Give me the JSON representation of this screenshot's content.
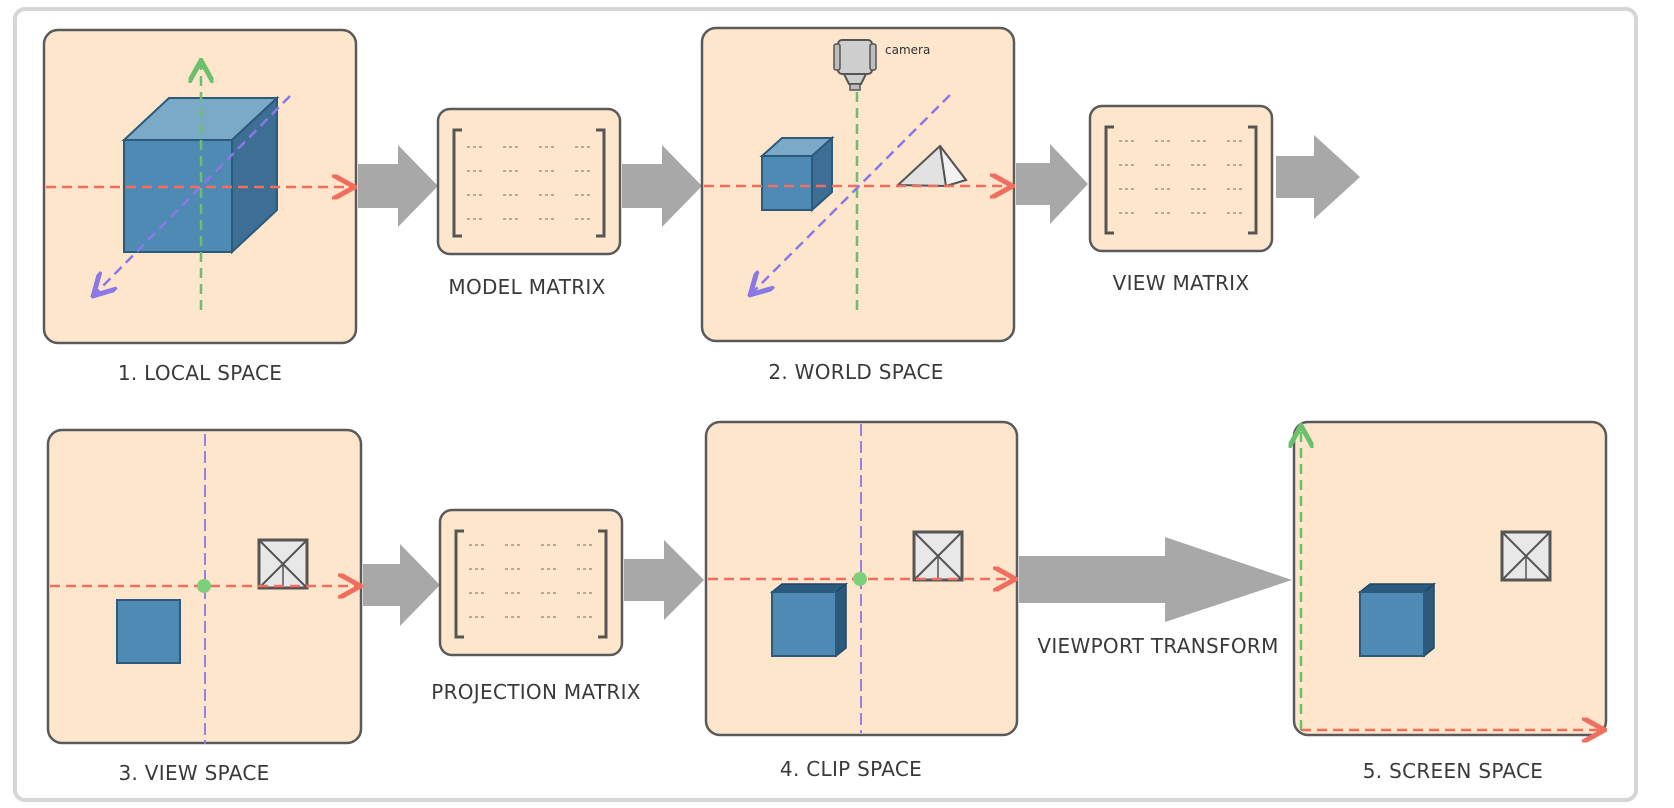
{
  "labels": {
    "local_space": "1. LOCAL SPACE",
    "model_matrix": "MODEL MATRIX",
    "world_space": "2. WORLD SPACE",
    "view_matrix": "VIEW MATRIX",
    "view_space": "3. VIEW SPACE",
    "projection_matrix": "PROJECTION MATRIX",
    "clip_space": "4. CLIP SPACE",
    "viewport_transform": "VIEWPORT TRANSFORM",
    "screen_space": "5. SCREEN SPACE",
    "camera": "camera"
  },
  "colors": {
    "panel_fill": "#fde6cc",
    "panel_stroke": "#5a5a5a",
    "arrow_gray": "#a8a8a8",
    "axis_x": "#f06e5e",
    "axis_y": "#6cc06c",
    "axis_z": "#8a78e6",
    "cube_front": "#4f8ab5",
    "cube_top": "#7aaac8",
    "cube_side": "#3d6f95",
    "cube_stroke": "#2b5a7d"
  }
}
